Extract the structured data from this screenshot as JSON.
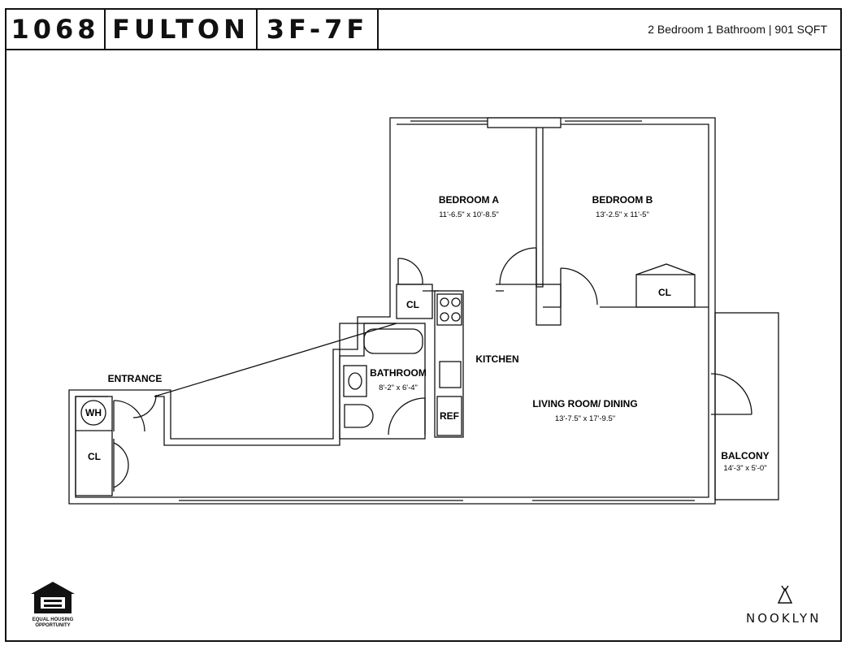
{
  "header": {
    "number": "1068",
    "street": "FULTON",
    "units": "3F-7F",
    "details": "2 Bedroom  1 Bathroom  |  901 SQFT"
  },
  "rooms": {
    "bedroom_a": {
      "name": "BEDROOM A",
      "dims": "11'-6.5\" x 10'-8.5\""
    },
    "bedroom_b": {
      "name": "BEDROOM B",
      "dims": "13'-2.5\" x 11'-5\""
    },
    "kitchen": {
      "name": "KITCHEN"
    },
    "bathroom": {
      "name": "BATHROOM",
      "dims": "8'-2\" x 6'-4\""
    },
    "living": {
      "name": "LIVING ROOM/ DINING",
      "dims": "13'-7.5\" x 17'-9.5\""
    },
    "balcony": {
      "name": "BALCONY",
      "dims": "14'-3\" x 5'-0\""
    },
    "entrance": {
      "name": "ENTRANCE"
    },
    "closet_a": {
      "name": "CL"
    },
    "closet_b": {
      "name": "CL"
    },
    "closet_entry": {
      "name": "CL"
    },
    "water_heater": {
      "name": "WH"
    },
    "refrigerator": {
      "name": "REF"
    }
  },
  "footer": {
    "equal_housing": "EQUAL HOUSING OPPORTUNITY",
    "brand": "NOOKLYN"
  }
}
